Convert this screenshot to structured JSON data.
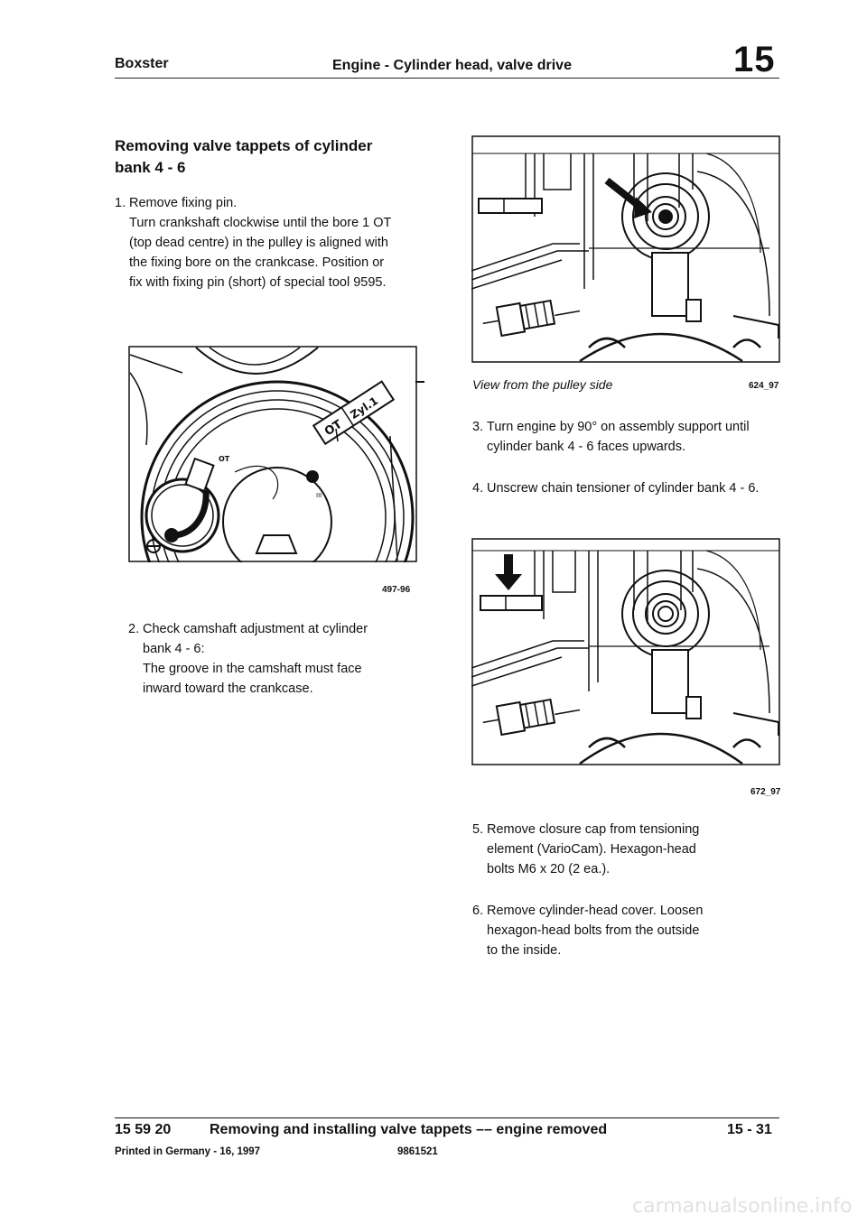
{
  "header": {
    "model": "Boxster",
    "section": "Engine - Cylinder head, valve drive",
    "group": "15"
  },
  "left": {
    "title_line1": "Removing valve tappets of cylinder",
    "title_line2": "bank 4 - 6",
    "step1": {
      "num": "1.",
      "first": "Remove fixing pin.",
      "lines": [
        "Turn crankshaft clockwise until the bore 1 OT",
        "(top dead centre) in the pulley is aligned with",
        "the fixing bore on the crankcase. Position or",
        "fix with fixing pin (short) of special tool 9595."
      ]
    },
    "figure1": {
      "id": "497-96",
      "marks": [
        "OT",
        "Zyl.1",
        "OT",
        "III"
      ]
    },
    "step2": {
      "num": "2.",
      "first": "Check camshaft adjustment at cylinder",
      "lines": [
        "bank 4 - 6:",
        "The groove in the camshaft must face",
        "inward toward the crankcase."
      ]
    }
  },
  "right": {
    "figure2": {
      "caption": "View from the pulley side",
      "id": "624_97"
    },
    "step3": {
      "num": "3.",
      "first": "Turn engine by 90° on assembly support until",
      "lines": [
        "cylinder bank 4 - 6 faces upwards."
      ]
    },
    "step4": {
      "num": "4.",
      "first": "Unscrew chain tensioner of cylinder bank 4 - 6.",
      "lines": []
    },
    "figure3": {
      "id": "672_97"
    },
    "step5": {
      "num": "5.",
      "first": "Remove closure cap from tensioning",
      "lines": [
        "element (VarioCam). Hexagon-head",
        "bolts M6 x 20 (2 ea.)."
      ]
    },
    "step6": {
      "num": "6.",
      "first": "Remove cylinder-head cover. Loosen",
      "lines": [
        "hexagon-head bolts from the outside",
        "to the inside."
      ]
    }
  },
  "footer": {
    "code": "15 59 20",
    "title": "Removing and installing valve tappets –– engine removed",
    "page": "15 - 31",
    "printed": "Printed in Germany - 16, 1997",
    "partno": "9861521"
  },
  "watermark": "carmanualsonline.info"
}
